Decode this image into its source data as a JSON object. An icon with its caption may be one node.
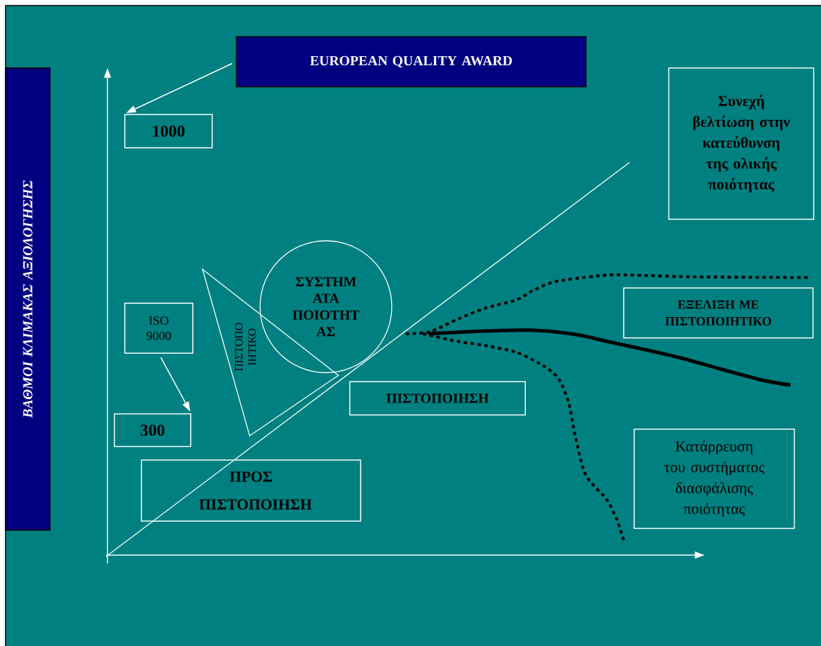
{
  "diagram": {
    "nodes": [
      {
        "text": [
          "EUROPEAN QUALITY AWARD"
        ]
      },
      {
        "text": [
          "ΒΑΘΜΟΙ ΚΛΙΜΑΚΑΣ ΑΞΙΟΛΟΓΗΣΗΣ"
        ]
      },
      {
        "text": [
          "1000"
        ]
      },
      {
        "text": [
          "Συνεχή βελτίωση στην κατεύθυνση της ολικής ποιότητας"
        ]
      },
      {
        "text": [
          "ΣΥΣΤΗΜ ΑΤΑ ΠΟΙΟΤΗΤ ΑΣ"
        ]
      },
      {
        "text": [
          "ΠΙΣΤΟΠΟ ΙΗΤΙΚΟ"
        ]
      },
      {
        "text": [
          "ISO 9000"
        ]
      },
      {
        "text": [
          "300"
        ]
      },
      {
        "text": [
          "ΠΙΣΤΟΠΟΙΗΣΗ"
        ]
      },
      {
        "text": [
          "ΕΞΕΛΙΞΗ ΜΕ ΠΙΣΤΟΠΟΙΗΤΙΚΟ"
        ]
      },
      {
        "text": [
          "Κατάρρευση του συστήματος διασφάλισης ποιότητας"
        ]
      },
      {
        "text": [
          "ΠΡΟΣ ΠΙΣΤΟΠΟΙΗΣΗ"
        ]
      }
    ],
    "edges": [
      {
        "from": 0,
        "to": 2,
        "arrow": "to"
      },
      {
        "from": 6,
        "to": 7,
        "arrow": "to"
      }
    ]
  }
}
